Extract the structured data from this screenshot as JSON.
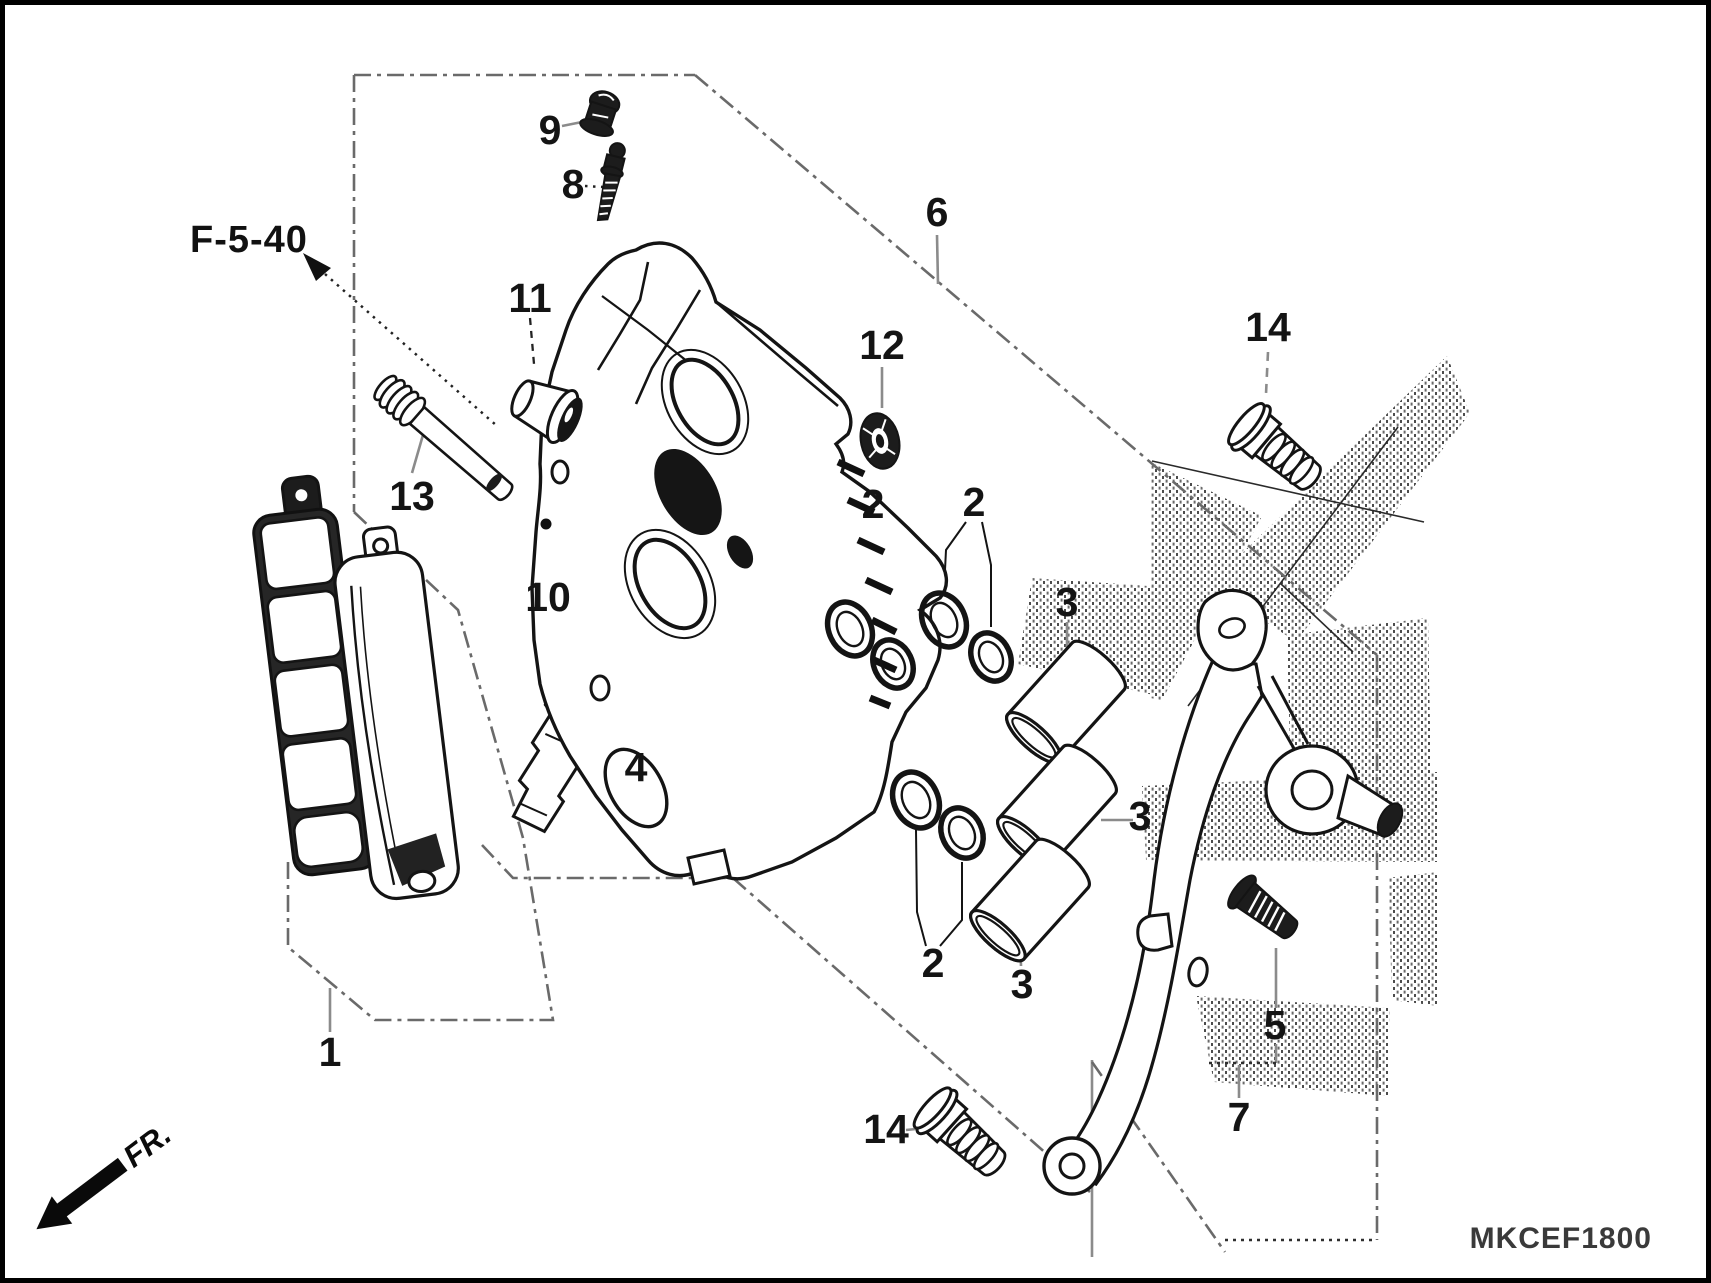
{
  "diagram": {
    "part_code": "MKCEF1800",
    "cross_reference": "F-5-40",
    "orientation_label": "FR."
  },
  "callouts": {
    "c1": {
      "label": "1"
    },
    "c2a": {
      "label": "2"
    },
    "c2b": {
      "label": "2"
    },
    "c2c": {
      "label": "2"
    },
    "c3a": {
      "label": "3"
    },
    "c3b": {
      "label": "3"
    },
    "c3c": {
      "label": "3"
    },
    "c4": {
      "label": "4"
    },
    "c5": {
      "label": "5"
    },
    "c6": {
      "label": "6"
    },
    "c7": {
      "label": "7"
    },
    "c8": {
      "label": "8"
    },
    "c9": {
      "label": "9"
    },
    "c10": {
      "label": "10"
    },
    "c11": {
      "label": "11"
    },
    "c12": {
      "label": "12"
    },
    "c13": {
      "label": "13"
    },
    "c14a": {
      "label": "14"
    },
    "c14b": {
      "label": "14"
    }
  }
}
